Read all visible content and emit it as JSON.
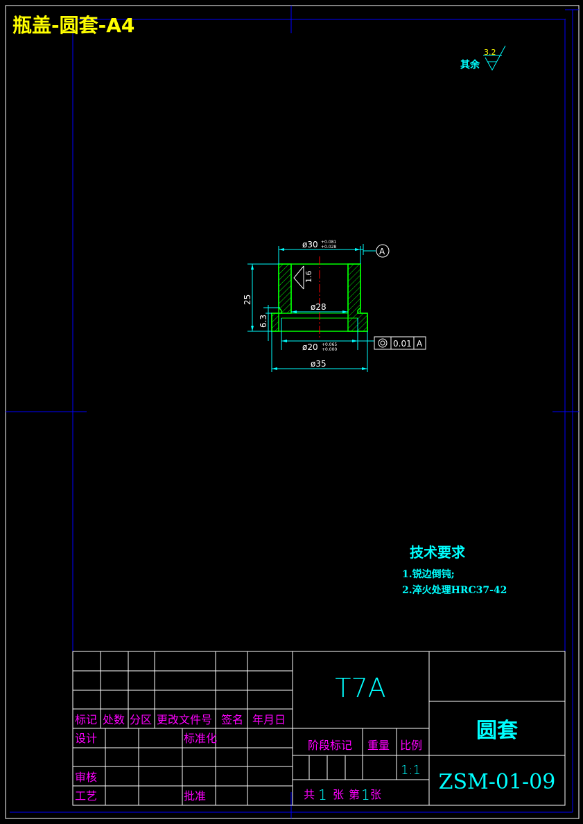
{
  "sheet_title": "瓶盖-圆套-A4",
  "roughness": {
    "note_label": "其余",
    "default_value": "3.2",
    "bore_value": "1.6"
  },
  "part_drawing": {
    "dims": {
      "outer_upper": "ø30",
      "outer_upper_tol_upper": "+0.081",
      "outer_upper_tol_lower": "+0.028",
      "bore": "ø28",
      "inner_lower": "ø20",
      "inner_lower_tol_upper": "+0.065",
      "inner_lower_tol_lower": "+0.000",
      "base_dia": "ø35",
      "height": "25",
      "flange_height": "6.3"
    },
    "datum": "A",
    "tolerance_frame": {
      "symbol": "◎",
      "value": "0.01",
      "datum": "A"
    }
  },
  "tech_requirements": {
    "title": "技术要求",
    "items": [
      "1.锐边倒钝;",
      "2.淬火处理HRC37-42"
    ]
  },
  "title_block": {
    "material": "T7A",
    "part_name": "圆套",
    "drawing_no": "ZSM-01-09",
    "rev_headers": [
      "标记",
      "处数",
      "分区",
      "更改文件号",
      "签名",
      "年月日"
    ],
    "design": "设计",
    "standardize": "标准化",
    "review": "审核",
    "process": "工艺",
    "approve": "批准",
    "stage_mark": "阶段标记",
    "weight": "重量",
    "scale_label": "比例",
    "scale_value": "1:1",
    "sheet_total_prefix": "共",
    "sheet_total": "1",
    "sheet_unit1": "张",
    "sheet_index_prefix": "第",
    "sheet_index": "1",
    "sheet_unit2": "张"
  },
  "colors": {
    "background": "#000000",
    "border": "#ffffff",
    "center_marks": "#0000ff",
    "outline": "#00ff00",
    "dimension": "#00ffff",
    "title_labels": "#ff00ff",
    "title_text": "#ffff00"
  }
}
